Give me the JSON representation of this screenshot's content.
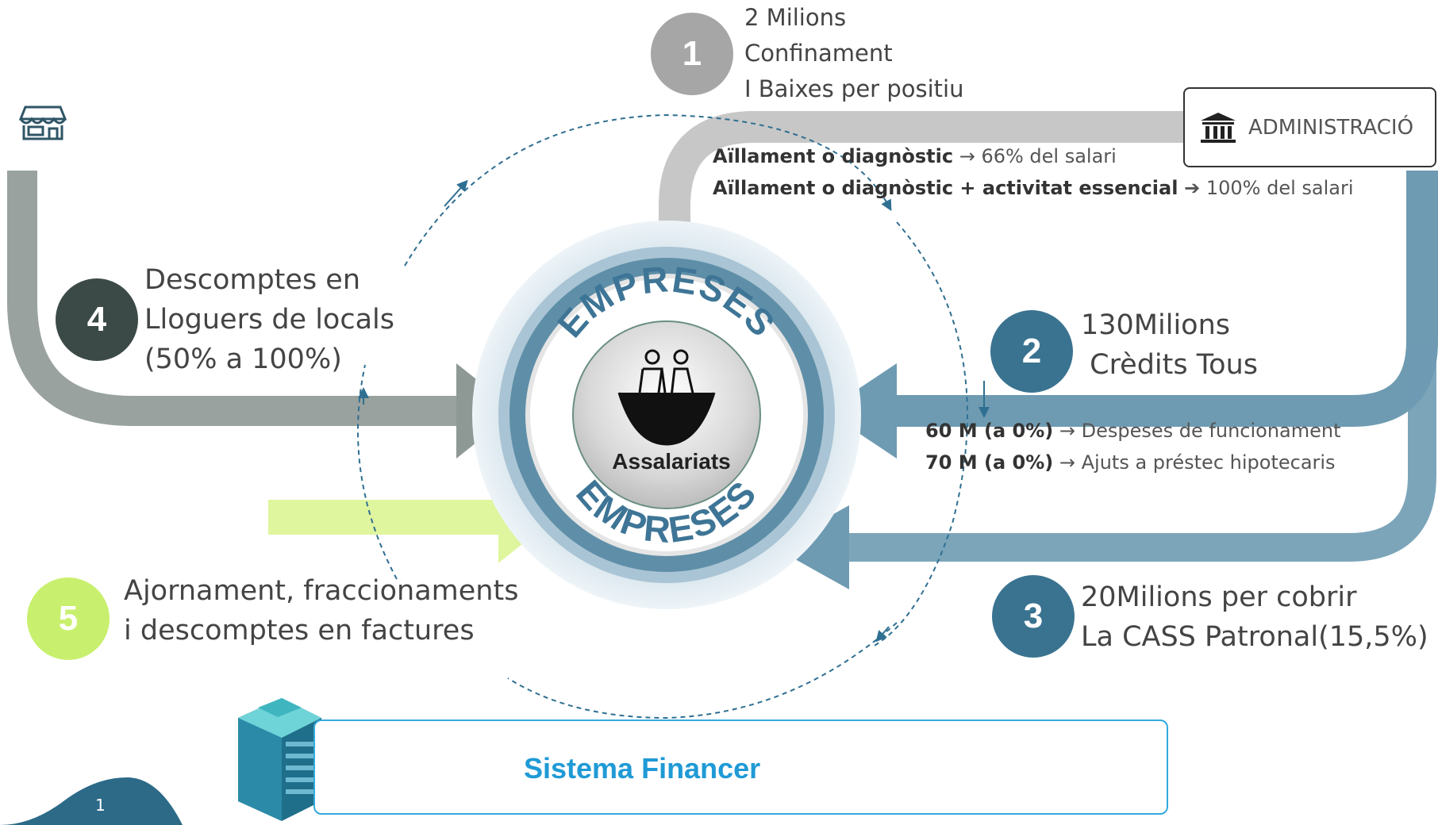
{
  "center": {
    "top_arc_text": "EMPRESES",
    "bottom_arc_text": "EMPRESES",
    "label": "Assalariats"
  },
  "badge1": {
    "number": "1",
    "lines": [
      "2 Milions",
      "Confinament",
      "I Baixes per positiu"
    ]
  },
  "admin": {
    "label": "ADMINISTRACIÓ"
  },
  "salary_notes": [
    {
      "bold": "Aïllament o diagnòstic",
      "text": "66% del salari"
    },
    {
      "bold": "Aïllament o diagnòstic + activitat essencial",
      "text": "100% del salari"
    }
  ],
  "badge4": {
    "number": "4",
    "lines": [
      "Descomptes en",
      "Lloguers de locals",
      "(50% a 100%)"
    ]
  },
  "badge2": {
    "number": "2",
    "lines": [
      "130Milions",
      " Crèdits Tous"
    ]
  },
  "credit_notes": [
    {
      "bold": "60 M (a 0%)",
      "text": "Despeses de funcionament"
    },
    {
      "bold": "70 M (a 0%)",
      "text": "Ajuts a préstec hipotecaris"
    }
  ],
  "badge3": {
    "number": "3",
    "lines": [
      "20Milions per cobrir",
      "La CASS Patronal(15,5%)"
    ]
  },
  "badge5": {
    "number": "5",
    "lines": [
      "Ajornament, fraccionaments",
      "i descomptes en factures"
    ]
  },
  "financial": {
    "label": "Sistema Financer"
  },
  "page_marker": "1",
  "colors": {
    "gray_arrow": "#a5a5a5",
    "dark_gray_arrow": "#8e9895",
    "blue_arrow": "#6e9bb2",
    "badge_gray": "#a6a6a6",
    "badge_dark": "#3b4a47",
    "badge_blue": "#3a7390",
    "badge_green": "#c8f06e",
    "green_arrow": "#dff59e",
    "accent_blue": "#1f9ad6"
  }
}
